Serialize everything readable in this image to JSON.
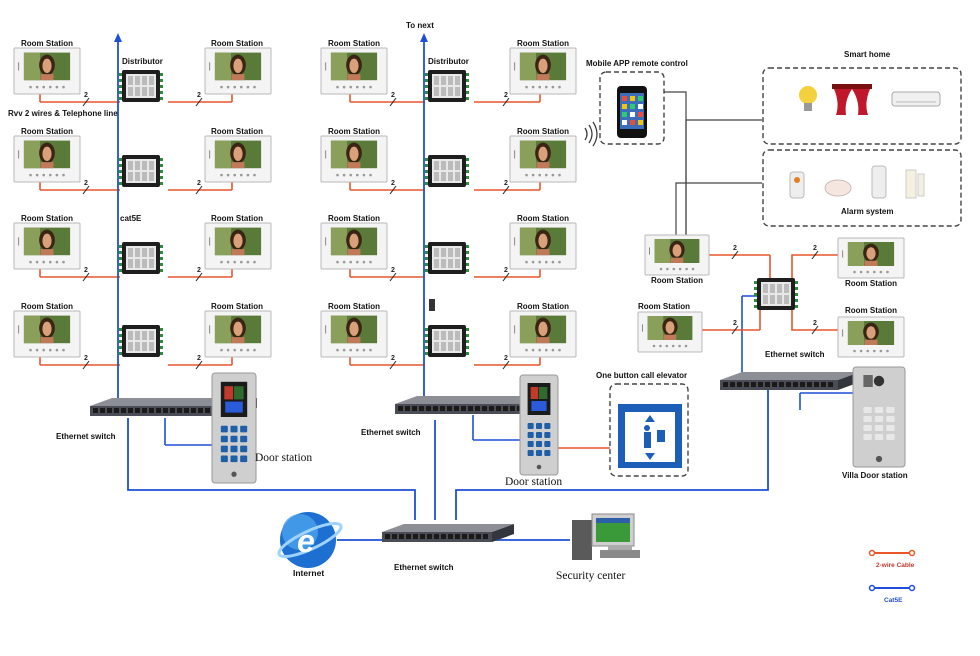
{
  "labels": {
    "room_station": "Room Station",
    "distributor": "Distributor",
    "rvv_wires": "Rvv 2 wires & Telephone line",
    "cat5e": "cat5E",
    "to_next": "To next",
    "ethernet_switch": "Ethernet switch",
    "door_station": "Door station",
    "internet": "Internet",
    "security_center": "Security center",
    "mobile_app": "Mobile APP remote control",
    "smart_home": "Smart home",
    "alarm_system": "Alarm system",
    "one_button_elevator": "One button call elevator",
    "villa_door_station": "Villa Door station",
    "wire_count": "2",
    "legend_2wire": "2-wire Cable",
    "legend_cat5e": "Cat5E"
  },
  "colors": {
    "two_wire": "#e8562a",
    "cat5e": "#1f4fd8",
    "dark_line": "#444444"
  },
  "icons": {
    "room_station": "video-monitor-icon",
    "distributor": "distributor-icon",
    "ethernet_switch": "network-switch-icon",
    "door_station": "door-station-panel-icon",
    "internet": "internet-globe-icon",
    "security_center": "computer-workstation-icon",
    "mobile": "smartphone-icon",
    "smart_home": [
      "light-bulb-icon",
      "curtain-icon",
      "air-conditioner-icon"
    ],
    "alarm": [
      "gas-detector-icon",
      "smoke-detector-icon",
      "motion-sensor-icon",
      "door-sensor-icon"
    ],
    "elevator": "elevator-icon"
  }
}
